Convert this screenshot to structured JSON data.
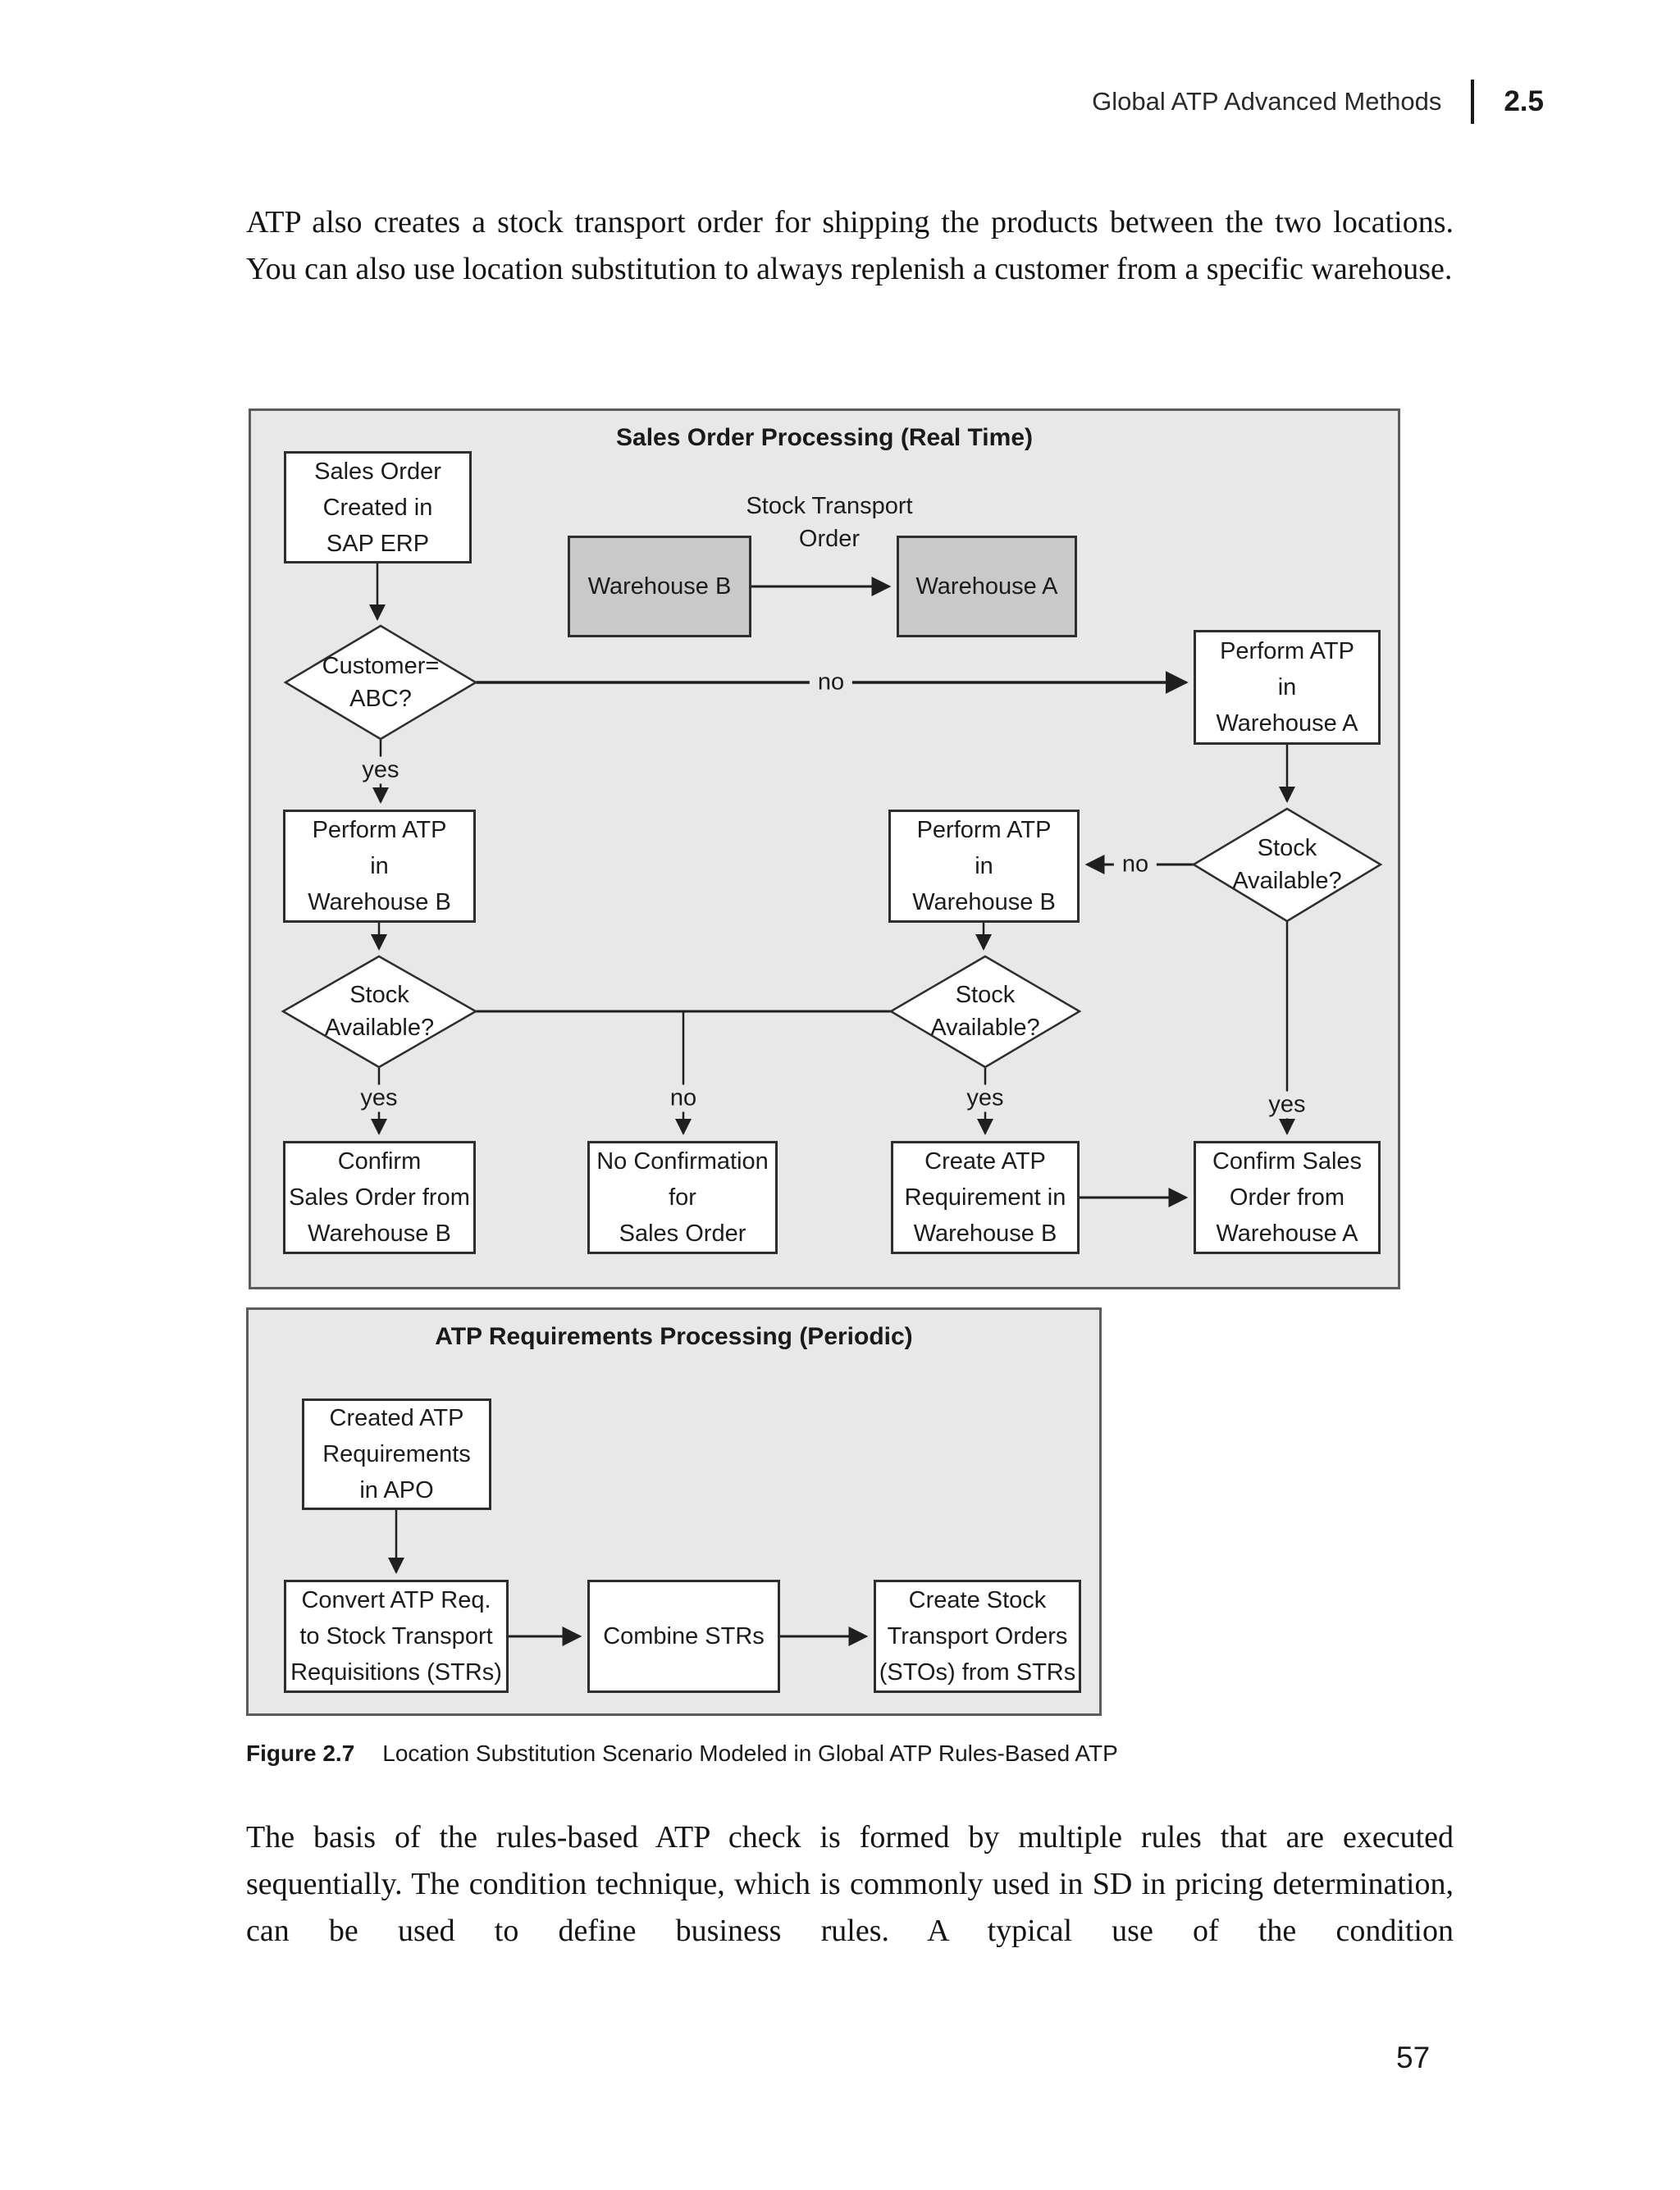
{
  "colors": {
    "panel_bg": "#e8e8e8",
    "panel_border": "#5c5c5c",
    "box_border": "#2e2e2e",
    "warehouse_fill": "#c9c9c9",
    "text": "#1c1c1c"
  },
  "header": {
    "title": "Global ATP Advanced Methods",
    "section": "2.5"
  },
  "paragraphs": {
    "intro": "ATP also creates a stock transport order for shipping the products between the two locations. You can also use location substitution to always replenish a customer from a specific warehouse.",
    "body": "The basis of the rules-based ATP check is formed by multiple rules that are executed sequentially. The condition technique, which is commonly used in SD in pricing determination, can be used to define business rules. A typical use of the condition"
  },
  "figure": {
    "label": "Figure 2.7",
    "caption": "Location Substitution Scenario Modeled in Global ATP Rules-Based ATP"
  },
  "page_number": "57",
  "diagram1": {
    "title": "Sales Order Processing (Real Time)",
    "sales_order": "Sales Order\nCreated in\nSAP ERP",
    "stock_transport": "Stock Transport\nOrder",
    "warehouse_b": "Warehouse B",
    "warehouse_a": "Warehouse A",
    "perform_atp_a": "Perform ATP\nin\nWarehouse A",
    "customer": "Customer=\nABC?",
    "perform_atp_b_left": "Perform ATP\nin\nWarehouse B",
    "perform_atp_b_mid": "Perform ATP\nin\nWarehouse B",
    "stock_available": "Stock\nAvailable?",
    "confirm_b": "Confirm\nSales Order from\nWarehouse B",
    "no_confirmation": "No Confirmation\nfor\nSales Order",
    "create_req": "Create ATP\nRequirement in\nWarehouse B",
    "confirm_a": "Confirm Sales\nOrder from\nWarehouse A",
    "label_yes": "yes",
    "label_no": "no"
  },
  "diagram2": {
    "title": "ATP Requirements Processing (Periodic)",
    "created": "Created ATP\nRequirements\nin APO",
    "convert": "Convert ATP Req.\nto Stock Transport\nRequisitions (STRs)",
    "combine": "Combine STRs",
    "create_sto": "Create Stock\nTransport Orders\n(STOs) from STRs"
  }
}
